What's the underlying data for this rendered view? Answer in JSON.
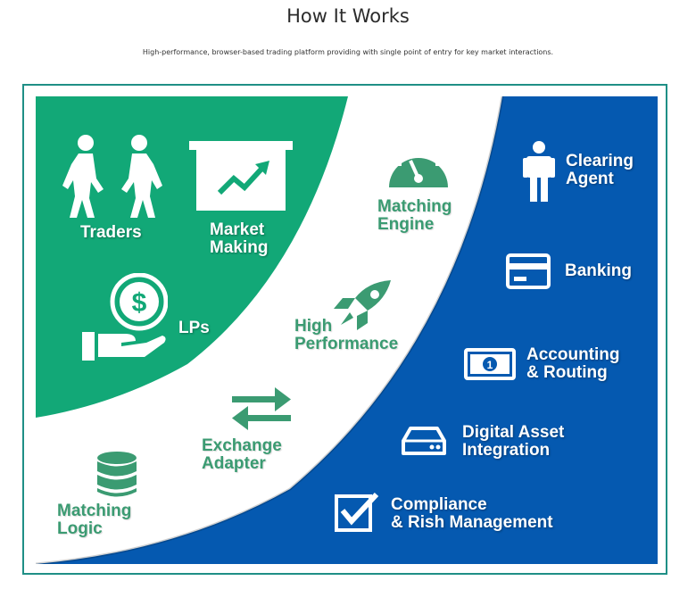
{
  "header": {
    "title": "How It Works",
    "subtitle": "High-performance, browser-based trading platform providing with single point of entry for key market interactions."
  },
  "colors": {
    "green": "#12a877",
    "blue": "#0559b0",
    "white": "#ffffff",
    "frame": "#1f8f86",
    "label_green": "#3b9b72"
  },
  "green_zone": {
    "traders": {
      "line1": "Traders",
      "icon": "people-walking-icon"
    },
    "market_making": {
      "line1": "Market",
      "line2": "Making",
      "icon": "chart-board-icon"
    },
    "lps": {
      "line1": "LPs",
      "icon": "dollar-hand-icon"
    }
  },
  "white_zone": {
    "matching_engine": {
      "line1": "Matching",
      "line2": "Engine",
      "icon": "gauge-icon"
    },
    "high_performance": {
      "line1": "High",
      "line2": "Performance",
      "icon": "rocket-icon"
    },
    "exchange_adapter": {
      "line1": "Exchange",
      "line2": "Adapter",
      "icon": "exchange-arrows-icon"
    },
    "matching_logic": {
      "line1": "Matching",
      "line2": "Logic",
      "icon": "database-icon"
    }
  },
  "blue_zone": {
    "clearing_agent": {
      "line1": "Clearing",
      "line2": "Agent",
      "icon": "person-icon"
    },
    "banking": {
      "line1": "Banking",
      "icon": "card-icon"
    },
    "accounting_routing": {
      "line1": "Accounting",
      "line2": "& Routing",
      "icon": "banknote-icon"
    },
    "digital_asset": {
      "line1": "Digital Asset",
      "line2": "Integration",
      "icon": "server-icon"
    },
    "compliance": {
      "line1": "Compliance",
      "line2": "& Rish Management",
      "icon": "checkbox-icon"
    }
  }
}
